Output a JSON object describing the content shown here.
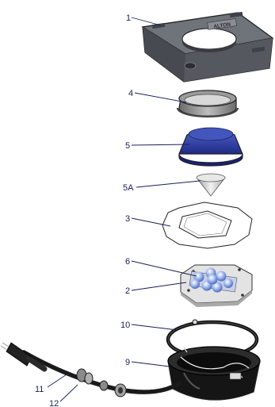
{
  "parts": [
    {
      "id": "1",
      "label": "1",
      "name": "base-plate",
      "color": "#5e6168",
      "brand": "ALTON"
    },
    {
      "id": "4",
      "label": "4",
      "name": "trim-ring",
      "color": "#8a8a8a"
    },
    {
      "id": "5",
      "label": "5",
      "name": "lens-dome",
      "color": "#2a3a9c"
    },
    {
      "id": "5A",
      "label": "5A",
      "name": "reflector-cone",
      "color": "#c9c9c9"
    },
    {
      "id": "3",
      "label": "3",
      "name": "gasket",
      "color": "#ffffff"
    },
    {
      "id": "6",
      "label": "6",
      "name": "led-cluster",
      "color": "#a8bde8"
    },
    {
      "id": "2",
      "label": "2",
      "name": "led-board",
      "color": "#e8e8e8"
    },
    {
      "id": "10",
      "label": "10",
      "name": "o-ring",
      "color": "#111111"
    },
    {
      "id": "9",
      "label": "9",
      "name": "housing",
      "color": "#161616"
    },
    {
      "id": "11",
      "label": "11",
      "name": "power-cable",
      "color": "#1a1a1a"
    },
    {
      "id": "12",
      "label": "12",
      "name": "cable-gland",
      "color": "#777777"
    }
  ]
}
